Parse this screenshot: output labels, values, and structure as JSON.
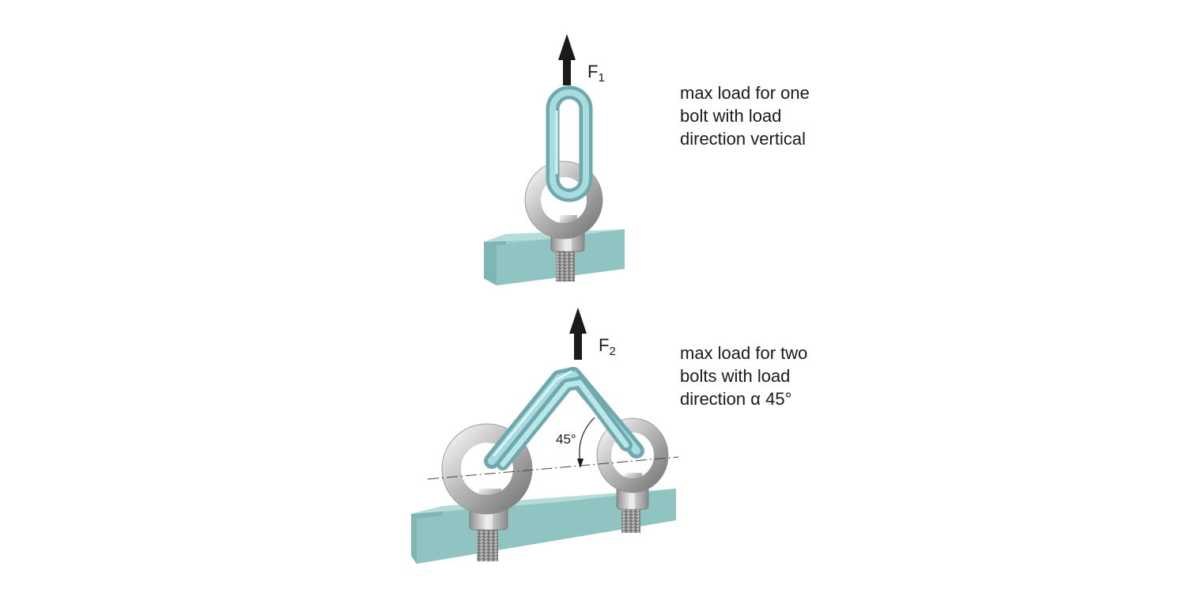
{
  "scenario_single": {
    "force_symbol": "F",
    "force_index": "1",
    "caption_lines": [
      "max load for one",
      "bolt with load",
      "direction vertical"
    ]
  },
  "scenario_double": {
    "force_symbol": "F",
    "force_index": "2",
    "caption_lines": [
      "max load for two",
      "bolts with load",
      "direction α 45°"
    ],
    "angle_label": "45°"
  },
  "colors": {
    "block": "#8fc4c2",
    "chain": "#8cc9cc",
    "steel": "#b8b8b8",
    "arrow": "#1a1a1a",
    "text": "#1a1a1a"
  }
}
